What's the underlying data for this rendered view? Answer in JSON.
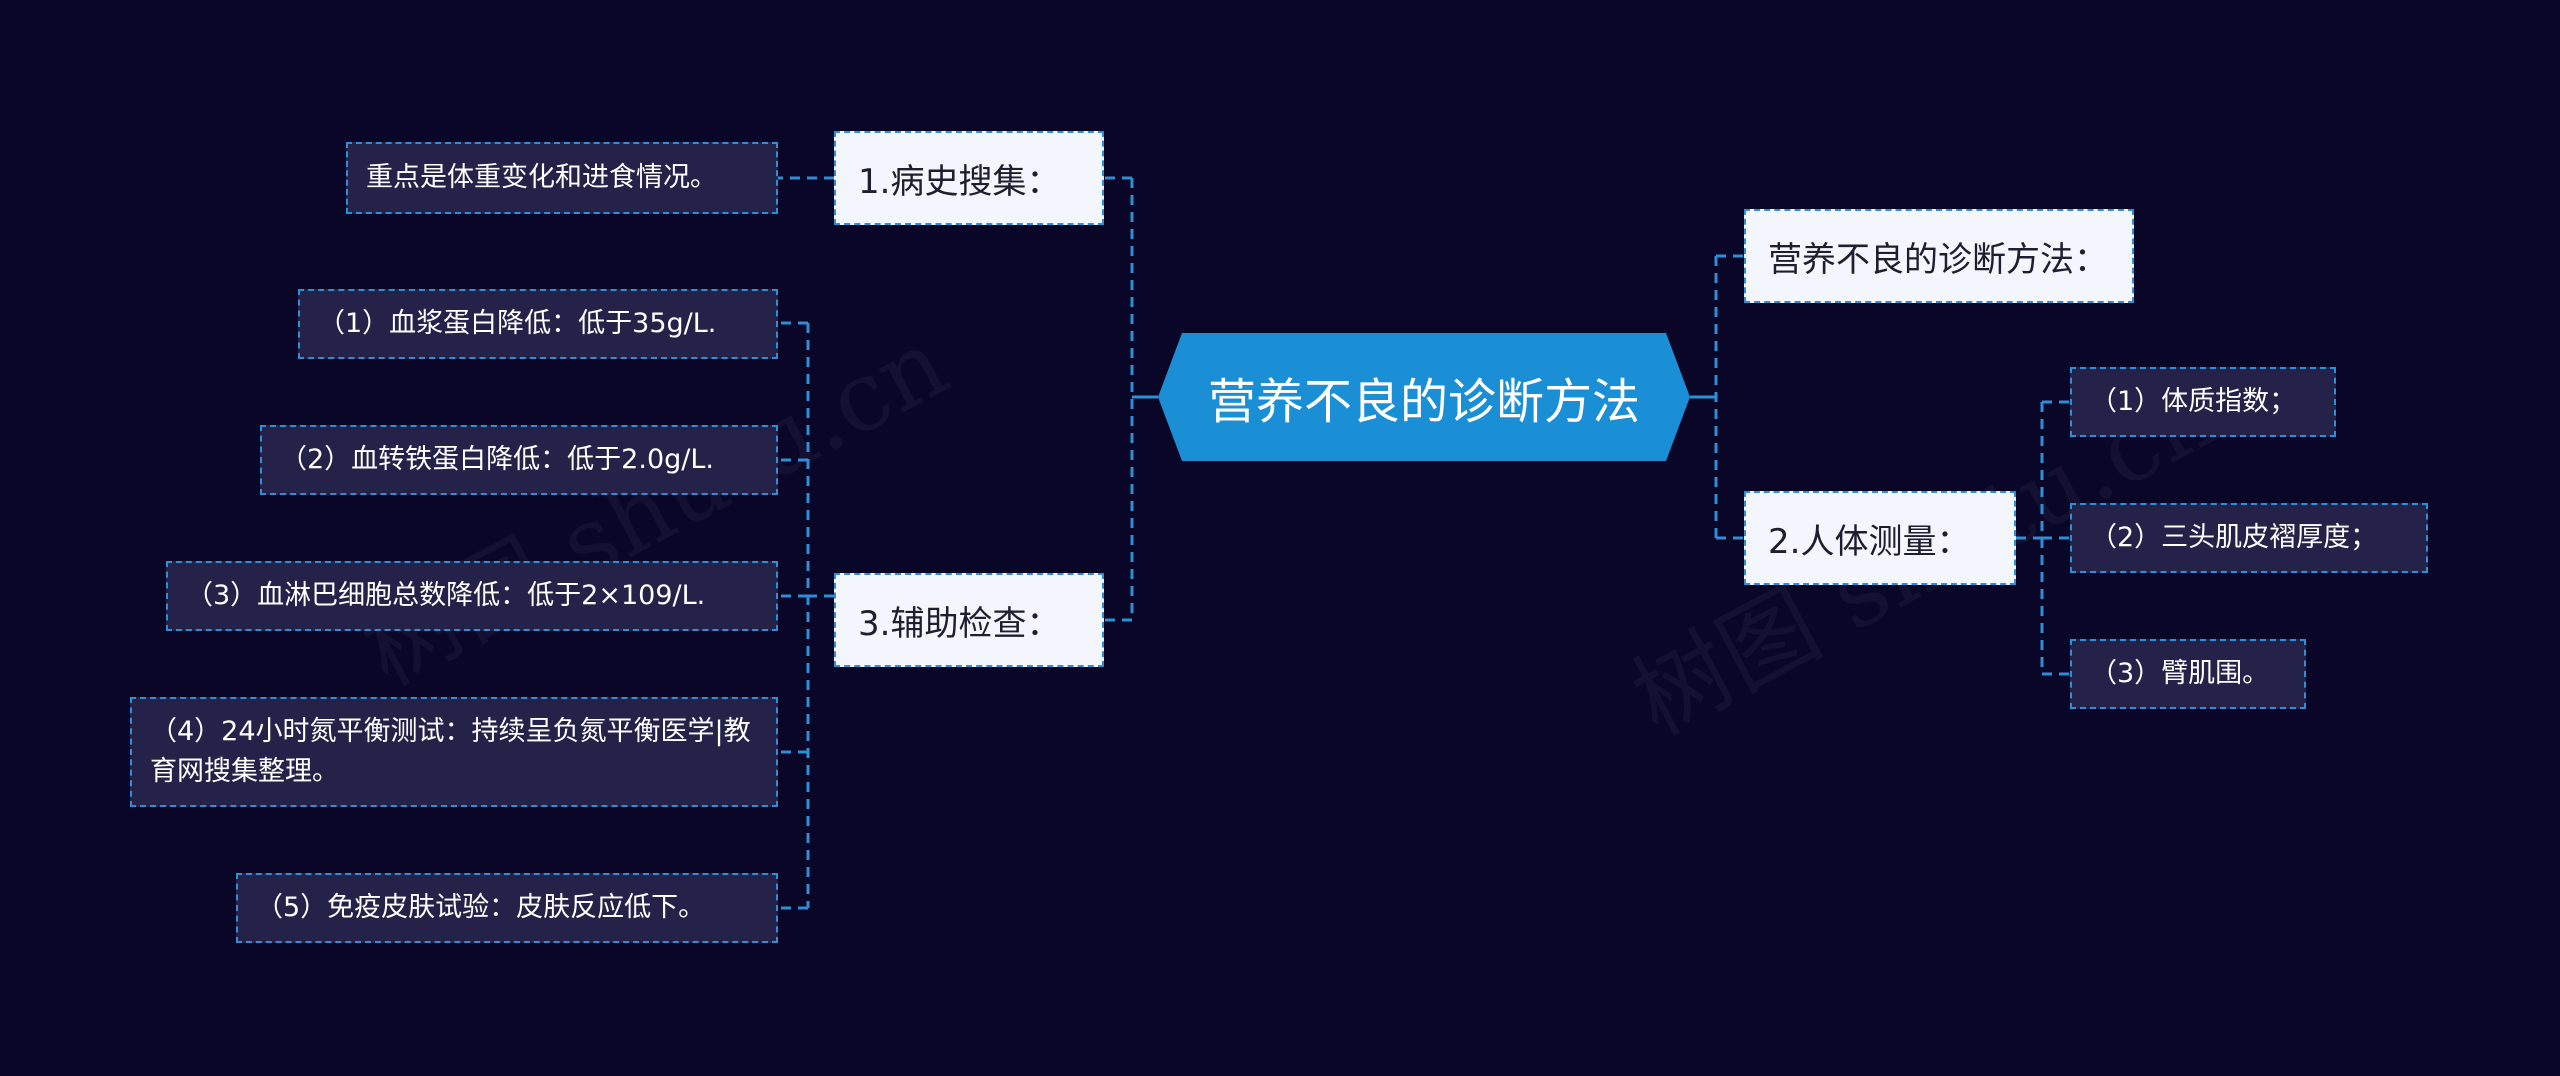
{
  "center": {
    "label": "营养不良的诊断方法"
  },
  "branches": {
    "history": {
      "label": "1.病史搜集："
    },
    "aux": {
      "label": "3.辅助检查："
    },
    "methods": {
      "label": "营养不良的诊断方法："
    },
    "anthro": {
      "label": "2.人体测量："
    }
  },
  "leaves": {
    "history_note": "重点是体重变化和进食情况。",
    "aux_1": "（1）血浆蛋白降低：低于35g/L.",
    "aux_2": "（2）血转铁蛋白降低：低于2.0g/L.",
    "aux_3": "（3）血淋巴细胞总数降低：低于2×109/L.",
    "aux_4": "（4）24小时氮平衡测试：持续呈负氮平衡医学|教育网搜集整理。",
    "aux_5": "（5）免疫皮肤试验：皮肤反应低下。",
    "anthro_1": "（1）体质指数；",
    "anthro_2": "（2）三头肌皮褶厚度；",
    "anthro_3": "（3）臂肌围。"
  },
  "watermarks": [
    "树图 shutu.cn",
    "树图 shutu.cn"
  ],
  "colors": {
    "background": "#0a0628",
    "center_fill": "#1a8fd6",
    "branch_fill": "#f3f6fd",
    "leaf_fill": "#242249",
    "connector": "#2f8fd6"
  }
}
